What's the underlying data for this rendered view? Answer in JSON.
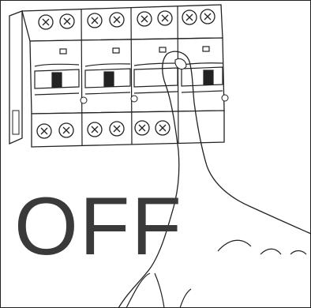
{
  "instruction": {
    "word": "OFF"
  },
  "colors": {
    "line": "#222222",
    "text": "#3a3a3a",
    "background": "#ffffff"
  },
  "breaker": {
    "poles": 4,
    "state": "off"
  }
}
